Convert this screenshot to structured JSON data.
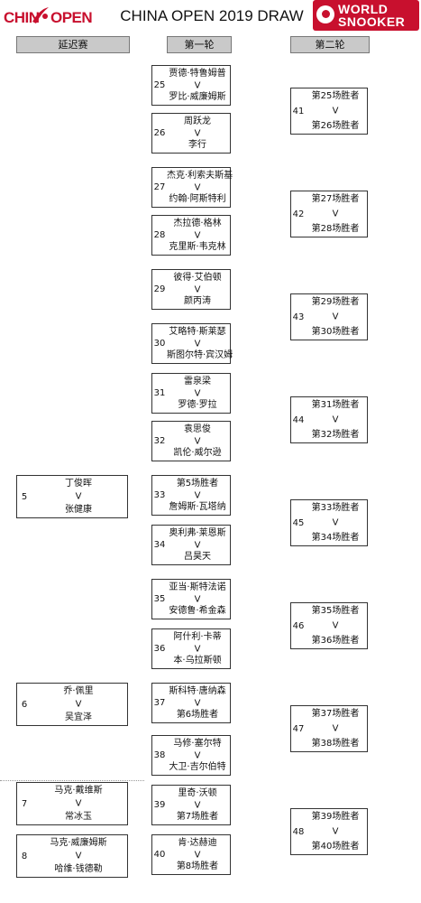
{
  "header": {
    "title": "CHINA OPEN 2019 DRAW",
    "logo_left": {
      "part1": "CHIN",
      "part2": "OPEN"
    },
    "logo_right": {
      "line1": "WORLD",
      "line2": "SNOOKER"
    }
  },
  "columns": {
    "qualifiers": "延迟赛",
    "round1": "第一轮",
    "round2": "第二轮"
  },
  "vs_label": "V",
  "qualifiers": [
    {
      "num": "5",
      "p1": "丁俊晖",
      "p2": "张健康"
    },
    {
      "num": "6",
      "p1": "乔·佩里",
      "p2": "吴宜泽"
    },
    {
      "num": "7",
      "p1": "马克·戴维斯",
      "p2": "常冰玉"
    },
    {
      "num": "8",
      "p1": "马克·威廉姆斯",
      "p2": "哈维·钱德勒"
    }
  ],
  "round1": [
    {
      "num": "25",
      "p1": "贾德·特鲁姆普",
      "p2": "罗比·威廉姆斯"
    },
    {
      "num": "26",
      "p1": "周跃龙",
      "p2": "李行"
    },
    {
      "num": "27",
      "p1": "杰克·利索夫斯基",
      "p2": "约翰·阿斯特利"
    },
    {
      "num": "28",
      "p1": "杰拉德·格林",
      "p2": "克里斯·韦克林"
    },
    {
      "num": "29",
      "p1": "彼得·艾伯顿",
      "p2": "颜丙涛"
    },
    {
      "num": "30",
      "p1": "艾略特·斯莱瑟",
      "p2": "斯图尔特·宾汉姆"
    },
    {
      "num": "31",
      "p1": "雷泉梁",
      "p2": "罗德·罗拉"
    },
    {
      "num": "32",
      "p1": "袁思俊",
      "p2": "凯伦·威尔逊"
    },
    {
      "num": "33",
      "p1": "第5场胜者",
      "p2": "詹姆斯·瓦塔纳"
    },
    {
      "num": "34",
      "p1": "奥利弗·莱恩斯",
      "p2": "吕昊天"
    },
    {
      "num": "35",
      "p1": "亚当·斯特法诺",
      "p2": "安德鲁·希金森"
    },
    {
      "num": "36",
      "p1": "阿什利·卡蒂",
      "p2": "本·乌拉斯顿"
    },
    {
      "num": "37",
      "p1": "斯科特·唐纳森",
      "p2": "第6场胜者"
    },
    {
      "num": "38",
      "p1": "马修·塞尔特",
      "p2": "大卫·吉尔伯特"
    },
    {
      "num": "39",
      "p1": "里奇·沃顿",
      "p2": "第7场胜者"
    },
    {
      "num": "40",
      "p1": "肯·达赫迪",
      "p2": "第8场胜者"
    }
  ],
  "round2": [
    {
      "num": "41",
      "p1": "第25场胜者",
      "p2": "第26场胜者"
    },
    {
      "num": "42",
      "p1": "第27场胜者",
      "p2": "第28场胜者"
    },
    {
      "num": "43",
      "p1": "第29场胜者",
      "p2": "第30场胜者"
    },
    {
      "num": "44",
      "p1": "第31场胜者",
      "p2": "第32场胜者"
    },
    {
      "num": "45",
      "p1": "第33场胜者",
      "p2": "第34场胜者"
    },
    {
      "num": "46",
      "p1": "第35场胜者",
      "p2": "第36场胜者"
    },
    {
      "num": "47",
      "p1": "第37场胜者",
      "p2": "第38场胜者"
    },
    {
      "num": "48",
      "p1": "第39场胜者",
      "p2": "第40场胜者"
    }
  ]
}
